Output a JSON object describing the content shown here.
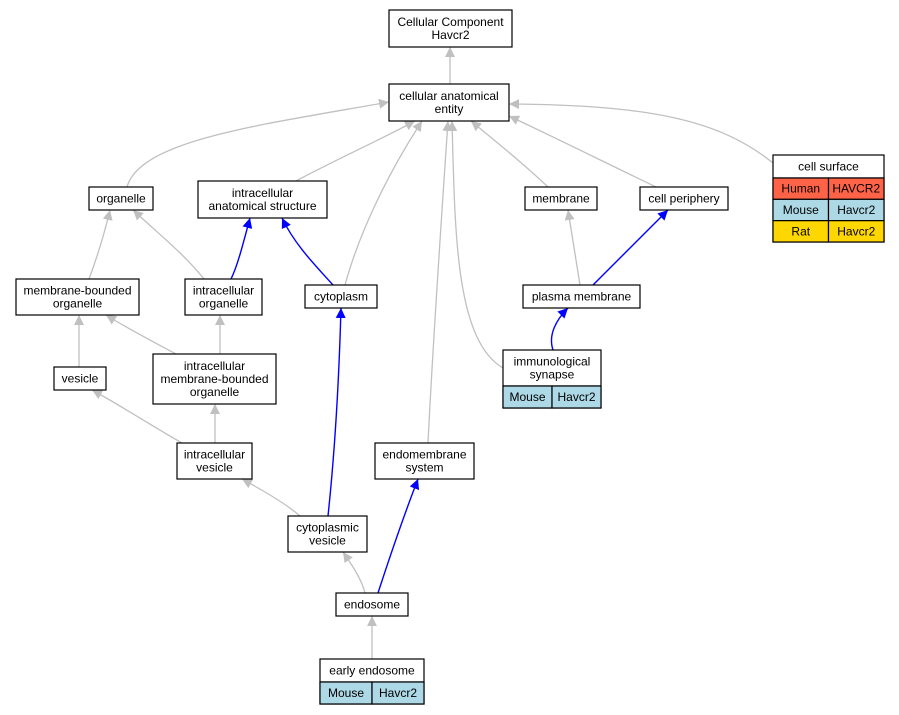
{
  "colors": {
    "gray_edge": "#c0c0c0",
    "blue_edge": "#0000ff",
    "human": "#ff6347",
    "mouse": "#add8e6",
    "rat": "#ffd700"
  },
  "nodes": {
    "root": {
      "lines": [
        "Cellular Component",
        "Havcr2"
      ]
    },
    "cae": {
      "lines": [
        "cellular anatomical",
        "entity"
      ]
    },
    "organelle": {
      "lines": [
        "organelle"
      ]
    },
    "ias": {
      "lines": [
        "intracellular",
        "anatomical structure"
      ]
    },
    "membrane": {
      "lines": [
        "membrane"
      ]
    },
    "cellperiph": {
      "lines": [
        "cell periphery"
      ]
    },
    "cellsurface": {
      "lines": [
        "cell surface"
      ],
      "annotations": [
        {
          "species": "Human",
          "gene": "HAVCR2",
          "color": "#ff6347"
        },
        {
          "species": "Mouse",
          "gene": "Havcr2",
          "color": "#add8e6"
        },
        {
          "species": "Rat",
          "gene": "Havcr2",
          "color": "#ffd700"
        }
      ]
    },
    "mbo": {
      "lines": [
        "membrane-bounded",
        "organelle"
      ]
    },
    "io": {
      "lines": [
        "intracellular",
        "organelle"
      ]
    },
    "cytoplasm": {
      "lines": [
        "cytoplasm"
      ]
    },
    "pm": {
      "lines": [
        "plasma membrane"
      ]
    },
    "immsyn": {
      "lines": [
        "immunological",
        "synapse"
      ],
      "annotations": [
        {
          "species": "Mouse",
          "gene": "Havcr2",
          "color": "#add8e6"
        }
      ]
    },
    "vesicle": {
      "lines": [
        "vesicle"
      ]
    },
    "imbo": {
      "lines": [
        "intracellular",
        "membrane-bounded",
        "organelle"
      ]
    },
    "iv": {
      "lines": [
        "intracellular",
        "vesicle"
      ]
    },
    "endomem": {
      "lines": [
        "endomembrane",
        "system"
      ]
    },
    "cv": {
      "lines": [
        "cytoplasmic",
        "vesicle"
      ]
    },
    "endosome": {
      "lines": [
        "endosome"
      ]
    },
    "early": {
      "lines": [
        "early endosome"
      ],
      "annotations": [
        {
          "species": "Mouse",
          "gene": "Havcr2",
          "color": "#add8e6"
        }
      ]
    }
  },
  "edges": [
    {
      "from": "cae",
      "to": "root",
      "kind": "is_a"
    },
    {
      "from": "organelle",
      "to": "cae",
      "kind": "is_a"
    },
    {
      "from": "ias",
      "to": "cae",
      "kind": "is_a"
    },
    {
      "from": "cytoplasm",
      "to": "cae",
      "kind": "is_a"
    },
    {
      "from": "endomem",
      "to": "cae",
      "kind": "is_a"
    },
    {
      "from": "immsyn",
      "to": "cae",
      "kind": "is_a"
    },
    {
      "from": "membrane",
      "to": "cae",
      "kind": "is_a"
    },
    {
      "from": "cellperiph",
      "to": "cae",
      "kind": "is_a"
    },
    {
      "from": "cellsurface",
      "to": "cae",
      "kind": "is_a"
    },
    {
      "from": "mbo",
      "to": "organelle",
      "kind": "is_a"
    },
    {
      "from": "io",
      "to": "organelle",
      "kind": "is_a"
    },
    {
      "from": "io",
      "to": "ias",
      "kind": "part_of"
    },
    {
      "from": "cytoplasm",
      "to": "ias",
      "kind": "part_of"
    },
    {
      "from": "pm",
      "to": "membrane",
      "kind": "is_a"
    },
    {
      "from": "pm",
      "to": "cellperiph",
      "kind": "part_of"
    },
    {
      "from": "immsyn",
      "to": "pm",
      "kind": "part_of"
    },
    {
      "from": "vesicle",
      "to": "mbo",
      "kind": "is_a"
    },
    {
      "from": "imbo",
      "to": "mbo",
      "kind": "is_a"
    },
    {
      "from": "imbo",
      "to": "io",
      "kind": "is_a"
    },
    {
      "from": "iv",
      "to": "vesicle",
      "kind": "is_a"
    },
    {
      "from": "iv",
      "to": "imbo",
      "kind": "is_a"
    },
    {
      "from": "cv",
      "to": "iv",
      "kind": "is_a"
    },
    {
      "from": "cv",
      "to": "cytoplasm",
      "kind": "part_of"
    },
    {
      "from": "endosome",
      "to": "cv",
      "kind": "is_a"
    },
    {
      "from": "endosome",
      "to": "endomem",
      "kind": "part_of"
    },
    {
      "from": "early",
      "to": "endosome",
      "kind": "is_a"
    }
  ]
}
